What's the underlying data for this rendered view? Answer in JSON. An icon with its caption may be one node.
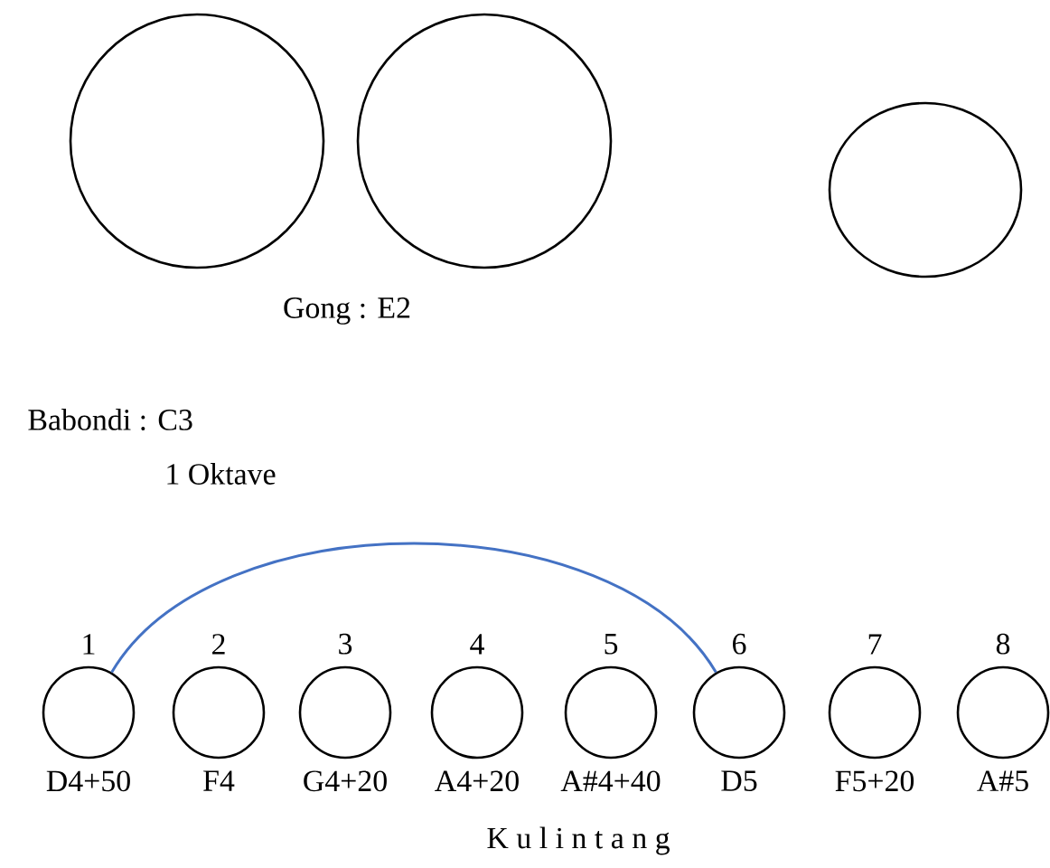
{
  "diagram": {
    "nodes": [
      {
        "text": [],
        "shape": "circle"
      },
      {
        "text": [],
        "shape": "circle"
      },
      {
        "text": [],
        "shape": "circle"
      },
      {
        "text": [
          "1",
          "D4+50"
        ]
      },
      {
        "text": [
          "2",
          "F4"
        ]
      },
      {
        "text": [
          "3",
          "G4+20"
        ]
      },
      {
        "text": [
          "4",
          "A4+20"
        ]
      },
      {
        "text": [
          "5",
          "A#4+40"
        ]
      },
      {
        "text": [
          "6",
          "D5"
        ]
      },
      {
        "text": [
          "7",
          "F5+20"
        ]
      },
      {
        "text": [
          "8",
          "A#5"
        ]
      }
    ],
    "edges": [
      {
        "from": 3,
        "to": 8,
        "arrow": "none",
        "color": "#4472c4"
      }
    ],
    "labels": [
      "Gong : E2",
      "Babondi : C3",
      "1 Oktave",
      "K u l i n t a n g"
    ]
  }
}
